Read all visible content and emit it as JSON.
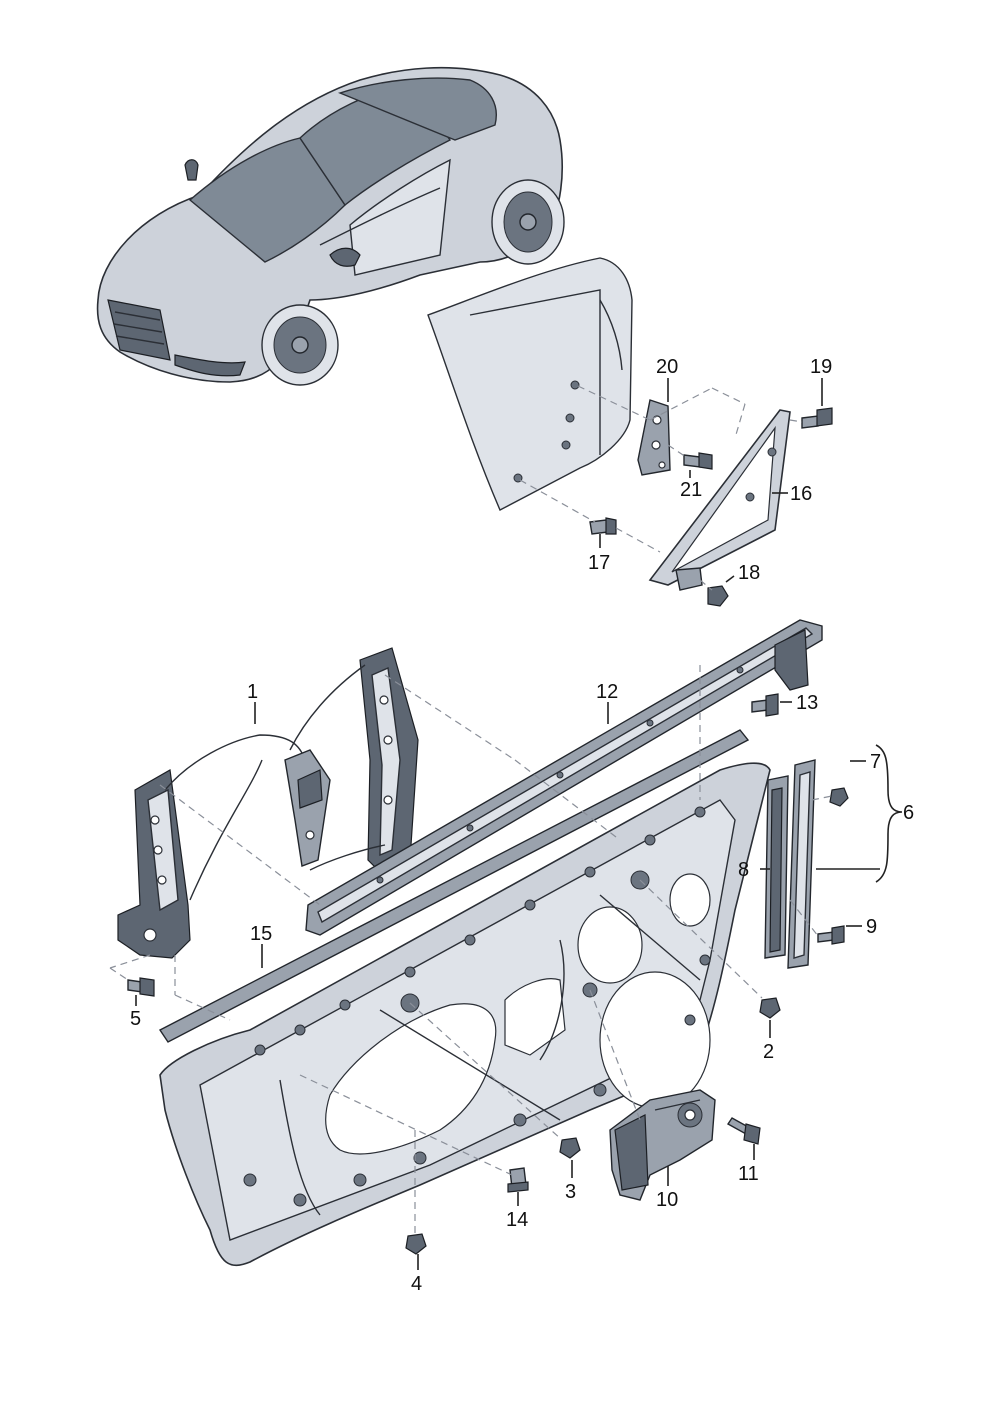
{
  "callouts": {
    "c1": "1",
    "c2": "2",
    "c3": "3",
    "c4": "4",
    "c5": "5",
    "c6": "6",
    "c7": "7",
    "c8": "8",
    "c9": "9",
    "c10": "10",
    "c11": "11",
    "c12": "12",
    "c13": "13",
    "c14": "14",
    "c15": "15",
    "c16": "16",
    "c17": "17",
    "c18": "18",
    "c19": "19",
    "c20": "20",
    "c21": "21"
  },
  "colors": {
    "body": "#cdd2da",
    "glass": "#7f8a96",
    "metal": "#9aa2ad",
    "lines": "#2b2f36"
  }
}
